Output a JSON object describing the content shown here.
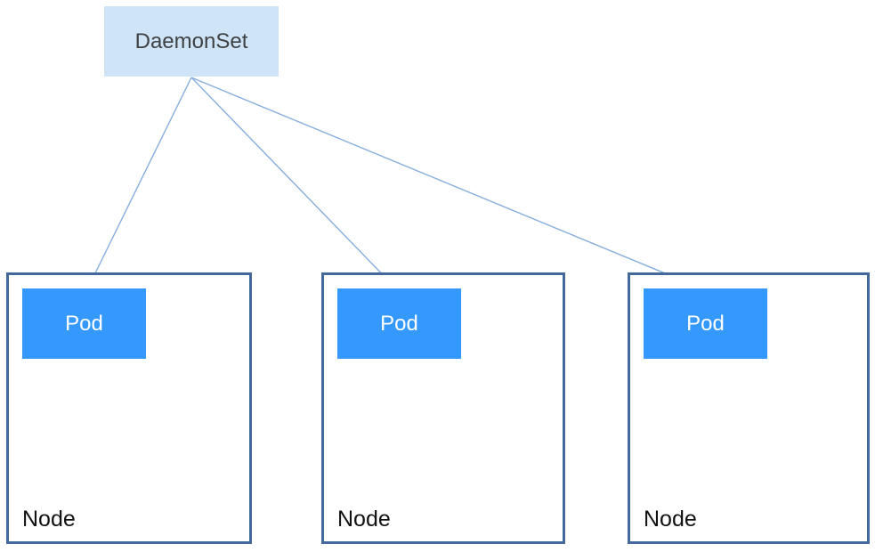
{
  "diagram": {
    "type": "kubernetes-daemonset-topology",
    "daemonset_label": "DaemonSet",
    "nodes": [
      {
        "label": "Node",
        "pod_label": "Pod"
      },
      {
        "label": "Node",
        "pod_label": "Pod"
      },
      {
        "label": "Node",
        "pod_label": "Pod"
      }
    ],
    "edges": [
      {
        "from": "DaemonSet",
        "to": "Pod (Node 1)"
      },
      {
        "from": "DaemonSet",
        "to": "Pod (Node 2)"
      },
      {
        "from": "DaemonSet",
        "to": "Pod (Node 3)"
      }
    ]
  },
  "colors": {
    "daemonset_fill": "#cfe4f7",
    "daemonset_text": "#3f4245",
    "pod_fill": "#3598fd",
    "pod_text": "#ffffff",
    "node_border": "#44699c",
    "node_text": "#111111",
    "arrow": "#86aedd"
  }
}
